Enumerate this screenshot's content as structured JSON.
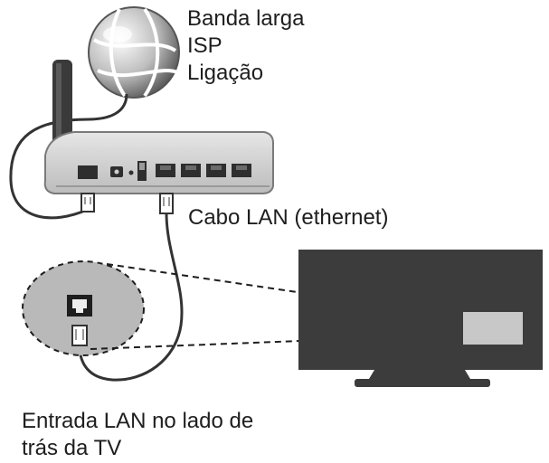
{
  "labels": {
    "broadband": [
      "Banda larga",
      "ISP",
      "Ligação"
    ],
    "lan_cable": "Cabo LAN (ethernet)",
    "tv_lan_port": [
      "Entrada LAN no lado de",
      "trás da TV"
    ]
  },
  "colors": {
    "ink": "#1e1e1e",
    "router_body": "#d4d4d4",
    "tv_frame": "#3c3c3c",
    "tv_port": "#c8c8c8",
    "zoom_circle": "#b9b9b9"
  }
}
